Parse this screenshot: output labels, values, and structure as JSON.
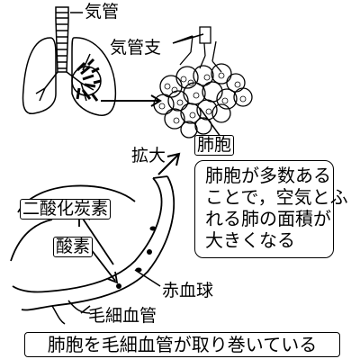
{
  "labels": {
    "trachea": "気管",
    "bronchus": "気管支",
    "alveolus": "肺胞",
    "expand": "拡大",
    "co2": "二酸化炭素",
    "oxygen": "酸素",
    "red_blood_cell": "赤血球",
    "capillary": "毛細血管"
  },
  "note": {
    "lines": [
      "肺胞が多数ある",
      "ことで，空気とふ",
      "れる肺の面積が",
      "大きくなる"
    ]
  },
  "caption": "肺胞を毛細血管が取り巻いている"
}
